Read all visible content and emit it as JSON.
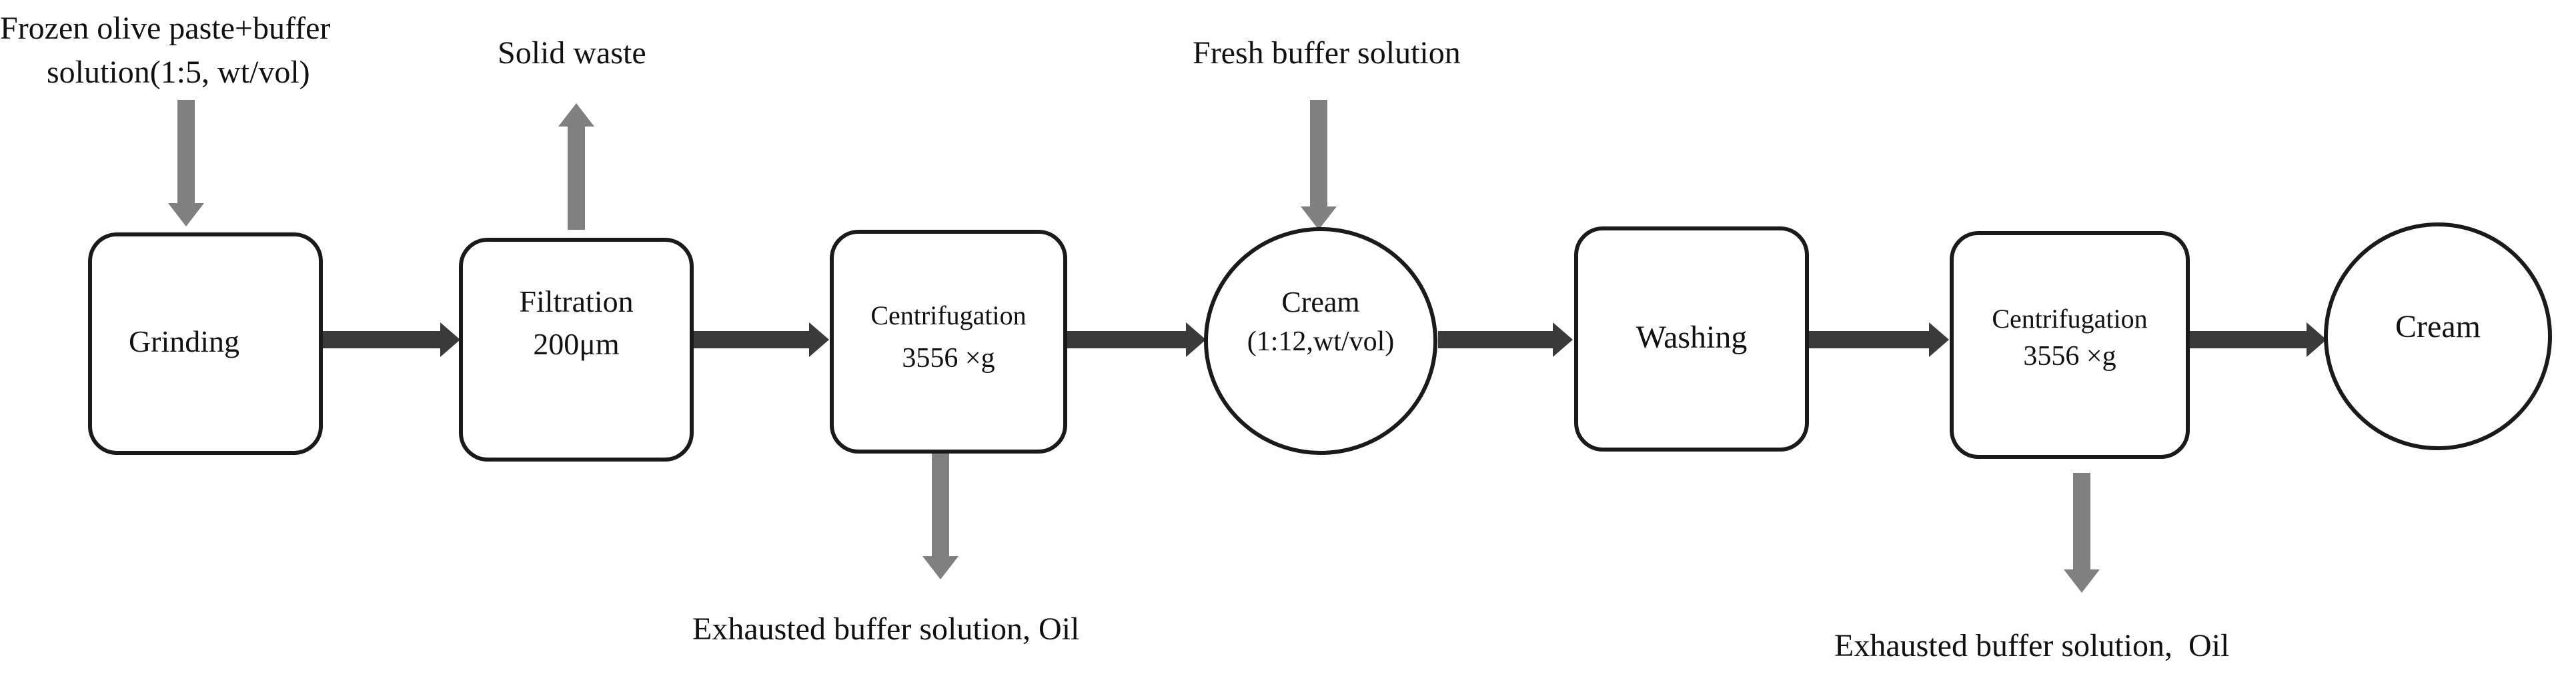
{
  "inputs": {
    "frozen_line1": "Frozen olive paste+buffer",
    "frozen_line2": "solution(1:5, wt/vol)",
    "fresh_buffer": "Fresh buffer solution"
  },
  "outputs": {
    "solid_waste": "Solid waste",
    "exhausted_1": "Exhausted buffer solution, Oil",
    "exhausted_2": "Exhausted buffer solution,  Oil"
  },
  "steps": {
    "grinding": "Grinding",
    "filtration_line1": "Filtration",
    "filtration_line2": "200μm",
    "centrifugation1_line1": "Centrifugation",
    "centrifugation1_line2": "3556 ×g",
    "cream1_line1": "Cream",
    "cream1_line2": "(1:12,wt/vol)",
    "washing": "Washing",
    "centrifugation2_line1": "Centrifugation",
    "centrifugation2_line2": "3556 ×g",
    "cream2": "Cream"
  },
  "colors": {
    "main_arrow": "#3a3a3a",
    "side_arrow": "#808080",
    "box_stroke": "#1a1a1a"
  }
}
